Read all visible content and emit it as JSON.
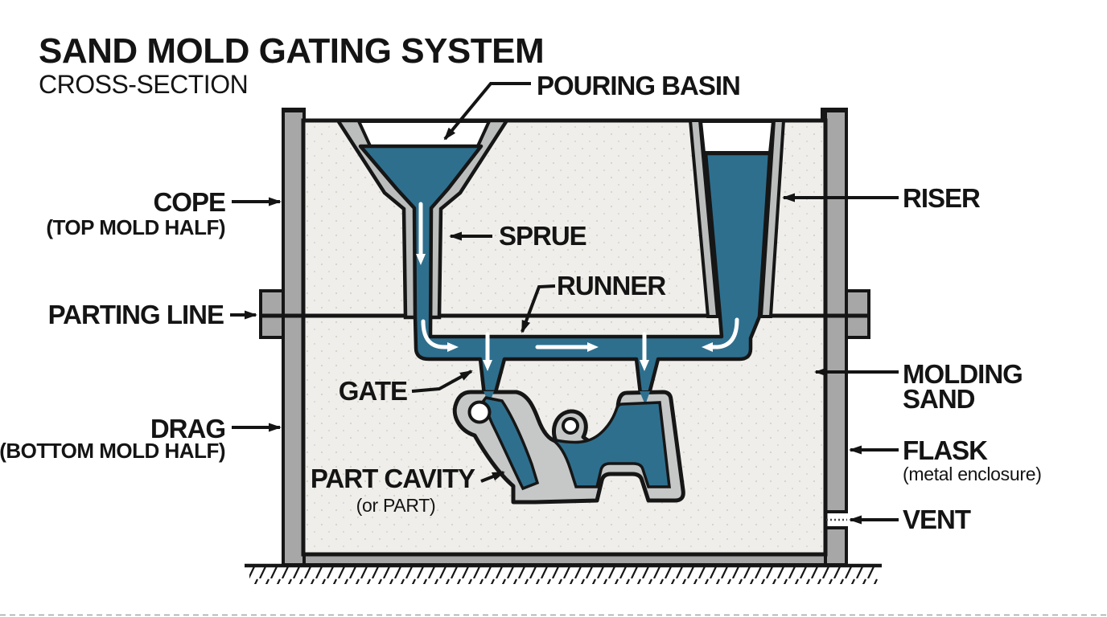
{
  "header": {
    "title": "SAND MOLD GATING SYSTEM",
    "subtitle": "CROSS-SECTION"
  },
  "labels": {
    "pouring_basin": "POURING BASIN",
    "cope": "COPE",
    "cope_sub": "(TOP MOLD HALF)",
    "sprue": "SPRUE",
    "runner": "RUNNER",
    "parting_line": "PARTING LINE",
    "gate": "GATE",
    "drag": "DRAG",
    "drag_sub": "(BOTTOM MOLD HALF)",
    "part_cavity": "PART CAVITY",
    "part_cavity_sub": "(or PART)",
    "riser": "RISER",
    "molding_sand_line1": "MOLDING",
    "molding_sand_line2": "SAND",
    "flask": "FLASK",
    "flask_sub": "(metal enclosure)",
    "vent": "VENT"
  },
  "colors": {
    "molten_metal": "#2e6f8e",
    "flask_gray": "#a6a7a6",
    "mold_lining_gray": "#bcbebd",
    "part_lining_gray": "#c6c8c7",
    "sand": "#efeeea",
    "outline_black": "#161616",
    "title_black": "#1d1d1d",
    "subtitle_gray": "#8f8f8f"
  }
}
